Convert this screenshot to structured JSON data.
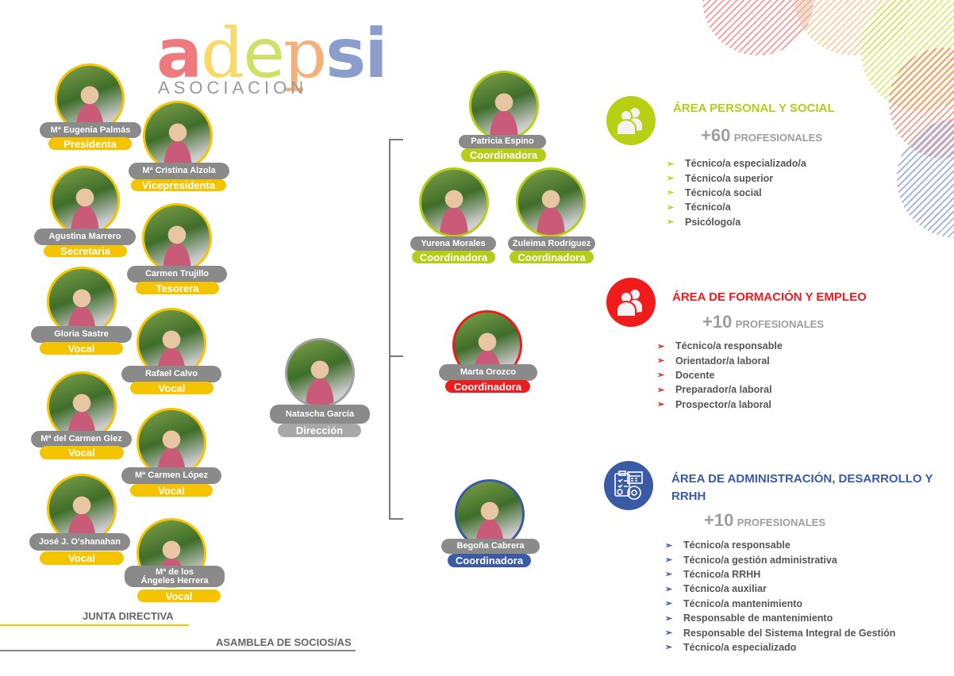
{
  "logo": {
    "a": "a",
    "d": "d",
    "e": "e",
    "p": "p",
    "s": "s",
    "i": "i",
    "subtitle": "ASOCIACION"
  },
  "colors": {
    "yellow": "#f5c400",
    "green": "#b5cc18",
    "red": "#ee1c1c",
    "blue": "#3a5aa3",
    "gray": "#8a8a8a",
    "light_gray": "#a8a8a8"
  },
  "junta": [
    {
      "name": "Mª Eugenia Palmás",
      "role": "Presidenta"
    },
    {
      "name": "Mª Cristina Alzola",
      "role": "Vicepresidenta"
    },
    {
      "name": "Agustina Marrero",
      "role": "Secretaria"
    },
    {
      "name": "Carmen Trujillo",
      "role": "Tesorera"
    },
    {
      "name": "Gloria Sastre",
      "role": "Vocal"
    },
    {
      "name": "Rafael Calvo",
      "role": "Vocal"
    },
    {
      "name": "Mª del Carmen Glez",
      "role": "Vocal"
    },
    {
      "name": "Mª Carmen López",
      "role": "Vocal"
    },
    {
      "name": "José J. O'shanahan",
      "role": "Vocal"
    },
    {
      "name": "Mª  de los Ángeles Herrera",
      "role": "Vocal"
    }
  ],
  "direccion": {
    "name": "Natascha García",
    "role": "Dirección"
  },
  "coordinadoras": [
    {
      "name": "Patricia Espino",
      "role": "Coordinadora",
      "area": "green"
    },
    {
      "name": "Yurena Morales",
      "role": "Coordinadora",
      "area": "green"
    },
    {
      "name": "Zuleima Rodríguez",
      "role": "Coordinadora",
      "area": "green"
    },
    {
      "name": "Marta Orozco",
      "role": "Coordinadora",
      "area": "red"
    },
    {
      "name": "Begoña Cabrera",
      "role": "Coordinadora",
      "area": "blue"
    }
  ],
  "areas": [
    {
      "title": "ÁREA PERSONAL Y SOCIAL",
      "count": "+60",
      "count_label": "PROFESIONALES",
      "icon": "people-icon",
      "color": "#b8d014",
      "items": [
        "Técnico/a especializado/a",
        "Técnico/a superior",
        "Técnico/a social",
        "Técnico/a",
        "Psicólogo/a"
      ]
    },
    {
      "title": "ÁREA DE FORMACIÓN Y EMPLEO",
      "count": "+10",
      "count_label": "PROFESIONALES",
      "icon": "people-icon",
      "color": "#f01c1c",
      "items": [
        "Técnico/a responsable",
        "Orientador/a laboral",
        "Docente",
        "Preparador/a laboral",
        "Prospector/a laboral"
      ]
    },
    {
      "title": "ÁREA DE ADMINISTRACIÓN, DESARROLLO Y RRHH",
      "count": "+10",
      "count_label": "PROFESIONALES",
      "icon": "clipboard-gear-icon",
      "color": "#3a5aa3",
      "items": [
        "Técnico/a responsable",
        "Técnico/a gestión administrativa",
        "Técnico/a RRHH",
        "Técnico/a auxiliar",
        "Técnico/a mantenimiento",
        "Responsable de mantenimiento",
        "Responsable del Sistema Integral de Gestión",
        "Técnico/a especializado"
      ]
    }
  ],
  "footer": {
    "junta": "JUNTA DIRECTIVA",
    "asamblea": "ASAMBLEA DE SOCIOS/AS"
  }
}
